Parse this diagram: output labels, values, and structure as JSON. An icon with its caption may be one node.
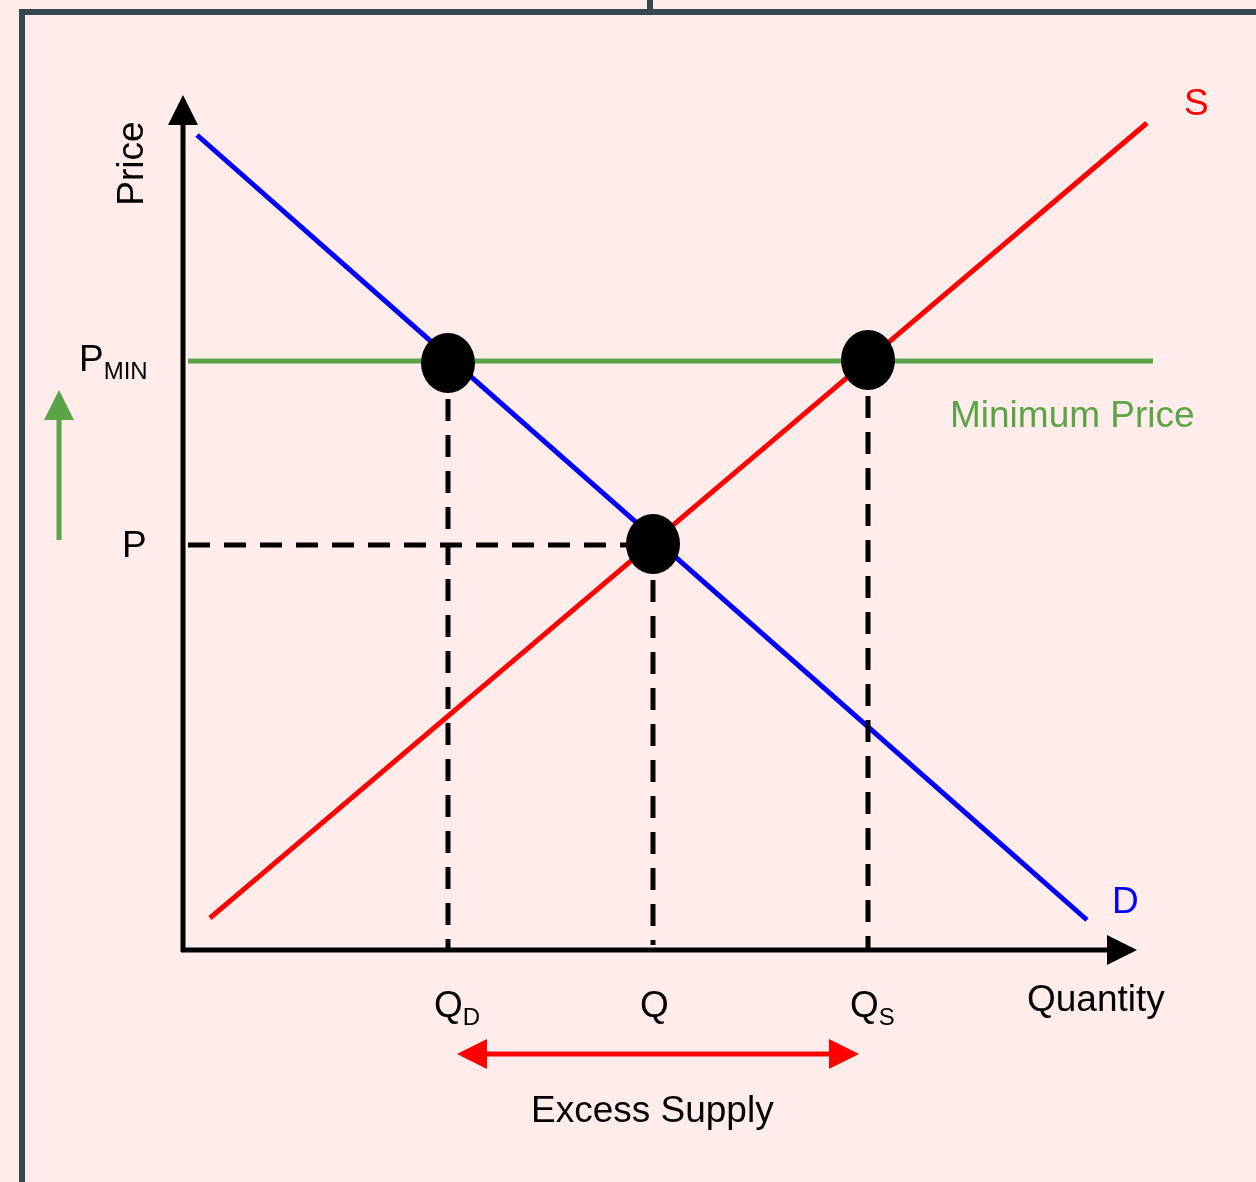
{
  "diagram": {
    "labels": [
      "S",
      "Price",
      "P$_{MIN}$",
      "Minimum Price",
      "P",
      "D",
      "Q$_{D}$",
      "Q",
      "Q$_{S}$",
      "Quantity",
      "Excess Supply"
    ]
  }
}
